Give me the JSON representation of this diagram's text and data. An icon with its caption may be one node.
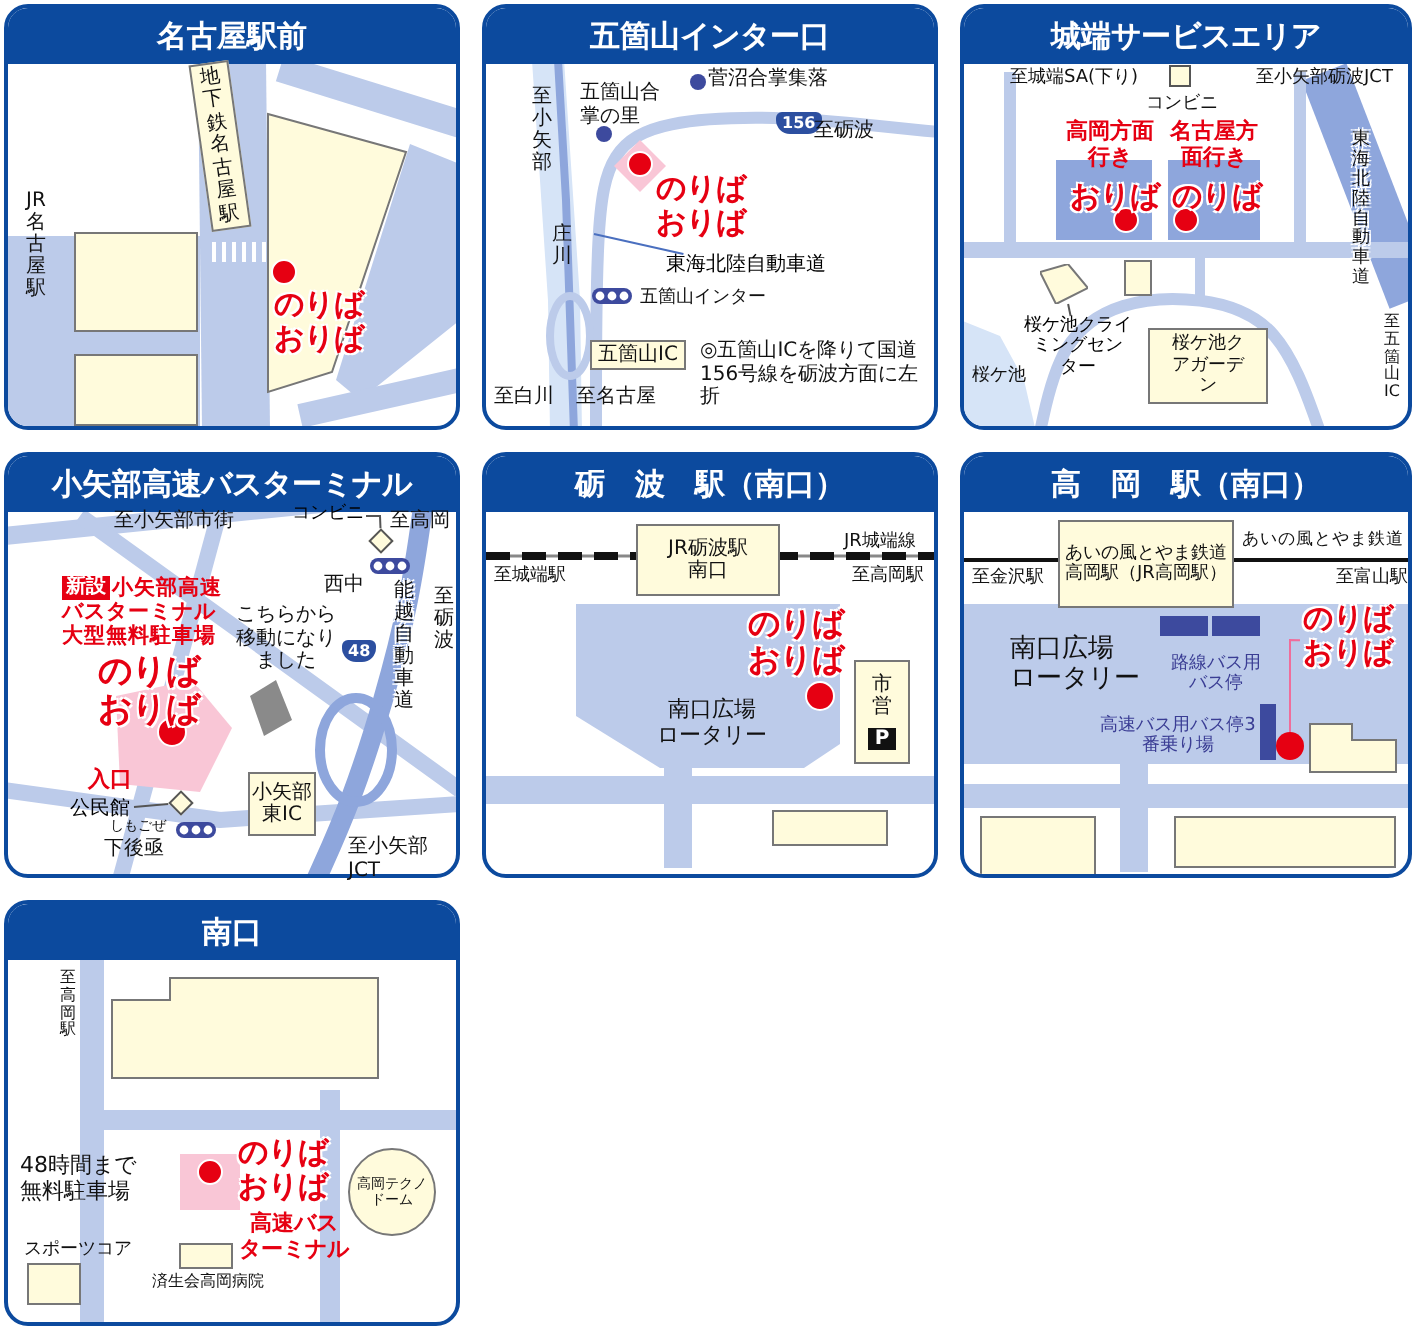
{
  "diagram": {
    "nodes": [
      {
        "text": [
          "名古屋駅前"
        ]
      },
      {
        "text": [],
        "shape": "box",
        "in": 0
      },
      {
        "text": [],
        "shape": "box",
        "in": 0
      },
      {
        "text": [],
        "shape": "box",
        "in": 0
      },
      {
        "text": [
          "地下鉄名古屋駅"
        ],
        "in": 0
      },
      {
        "text": [
          "五箇山インター口"
        ]
      },
      {
        "text": [
          "五箇山IC"
        ],
        "in": 5
      },
      {
        "text": [
          "東海北陸自動車道"
        ],
        "in": 5
      },
      {
        "text": [
          "城端サービスエリア"
        ]
      },
      {
        "text": [
          "桜ケ池クライミングセンター"
        ],
        "in": 8
      },
      {
        "text": [],
        "shape": "box",
        "in": 8
      },
      {
        "text": [],
        "shape": "box",
        "in": 8
      },
      {
        "text": [
          "桜ケ池クアガーデン"
        ],
        "in": 8
      },
      {
        "text": [
          "小矢部高速バスターミナル"
        ]
      },
      {
        "text": [
          "コンビニ"
        ],
        "in": 13
      },
      {
        "text": [],
        "shape": "diamond",
        "in": 13
      },
      {
        "text": [
          "公民館"
        ],
        "in": 13
      },
      {
        "text": [],
        "shape": "diamond",
        "in": 13
      },
      {
        "text": [
          "小矢部東IC"
        ],
        "in": 13
      },
      {
        "text": [
          "砺　波　駅（南口）"
        ]
      },
      {
        "text": [
          "JR砺波駅南口"
        ],
        "in": 19
      },
      {
        "text": [
          "市営",
          "P"
        ],
        "in": 19
      },
      {
        "text": [],
        "shape": "box",
        "in": 19
      },
      {
        "text": [
          "高　岡　駅（南口）"
        ]
      },
      {
        "text": [
          "あいの風とやま鉄道高岡駅（JR高岡駅）"
        ],
        "in": 23
      },
      {
        "text": [
          "のりばおりば"
        ],
        "in": 23
      },
      {
        "text": [],
        "shape": "circle",
        "in": 23
      },
      {
        "text": [],
        "shape": "box",
        "in": 23
      },
      {
        "text": [],
        "shape": "box",
        "in": 23
      },
      {
        "text": [
          "南口"
        ]
      },
      {
        "text": [],
        "shape": "box",
        "in": 29
      },
      {
        "text": [
          "高岡テクノドーム"
        ],
        "in": 29
      }
    ],
    "edges": [
      {
        "from": 7,
        "to": null,
        "arrow": "none",
        "color": "#4a6fbf"
      },
      {
        "from": 9,
        "to": 10,
        "arrow": "none"
      },
      {
        "from": 14,
        "to": 15,
        "arrow": "none"
      },
      {
        "from": 16,
        "to": 17,
        "arrow": "none"
      },
      {
        "from": 25,
        "to": 26,
        "arrow": "none",
        "color": "#f06d9b"
      }
    ],
    "labels": [
      "JR名古屋駅",
      "のりばおりば",
      "至小矢部",
      "五箇山合掌の里",
      "菅沼合掌集落",
      "156",
      "至砺波",
      "のりばおりば",
      "庄川",
      "五箇山インター",
      "至白川",
      "至名古屋",
      "◎五箇山ICを降りて国道156号線を砺波方面に左折",
      "至城端SA(下り)",
      "コンビニ",
      "至小矢部砺波JCT",
      "高岡方面行き",
      "名古屋方面行き",
      "おりば",
      "のりば",
      "東海北陸自動車道",
      "桜ケ池",
      "至五箇山IC",
      "至小矢部市街",
      "至高岡",
      "西中",
      "至砺波",
      "能越自動車道",
      "新設",
      "小矢部高速バスターミナル大型無料駐車場",
      "のりばおりば",
      "こちらから移動になりました",
      "48",
      "入口",
      "しもごぜ",
      "下後亟",
      "至小矢部JCT",
      "JR城端線",
      "至城端駅",
      "至高岡駅",
      "のりばおりば",
      "南口広場ロータリー",
      "あいの風とやま鉄道",
      "至金沢駅",
      "至富山駅",
      "南口広場ロータリー",
      "路線バス用バス停",
      "高速バス用バス停3番乗り場",
      "至高岡駅",
      "48時間まで無料駐車場",
      "のりばおりば",
      "高速バスターミナル",
      "スポーツコア",
      "済生会高岡病院"
    ]
  }
}
